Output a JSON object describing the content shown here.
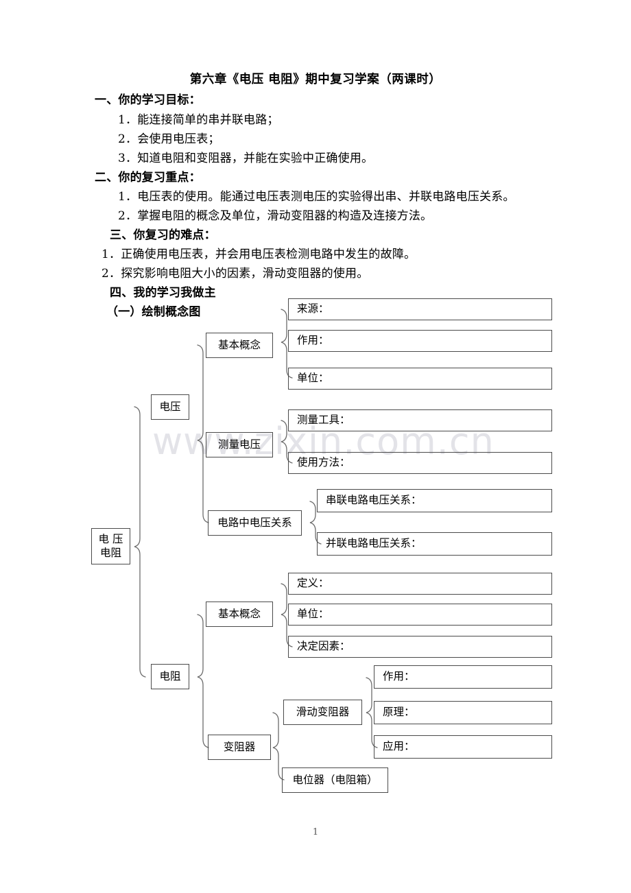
{
  "document": {
    "title": "第六章《电压  电阻》期中复习学案（两课时）",
    "page_number": "1",
    "watermark": "www.zixin.com.cn",
    "sections": [
      {
        "heading": "一、你的学习目标：",
        "items": [
          "1．能连接简单的串并联电路；",
          "2．会使用电压表；",
          "3．知道电阻和变阻器，并能在实验中正确使用。"
        ]
      },
      {
        "heading": "二、你的复习重点：",
        "items": [
          "1．电压表的使用。能通过电压表测电压的实验得出串、并联电路电压关系。",
          "2．掌握电阻的概念及单位，滑动变阻器的构造及连接方法。"
        ]
      },
      {
        "heading": "三、你复习的难点：",
        "items": [
          "1．正确使用电压表，并会用电压表检测电路中发生的故障。",
          "2．探究影响电阻大小的因素，滑动变阻器的使用。"
        ]
      },
      {
        "heading": "四、我的学习我做主",
        "items": [
          "（一）绘制概念图"
        ]
      }
    ]
  },
  "concept_map": {
    "root": "电 压\n电阻",
    "nodes": {
      "voltage": "电压",
      "voltage_basic": "基本概念",
      "voltage_basic_source": "来源：",
      "voltage_basic_function": "作用：",
      "voltage_basic_unit": "单位：",
      "voltage_measure": "测量电压",
      "voltage_measure_tool": "测量工具：",
      "voltage_measure_method": "使用方法：",
      "voltage_circuit_relation": "电路中电压关系",
      "voltage_series": "串联电路电压关系：",
      "voltage_parallel": "并联电路电压关系：",
      "resistance": "电阻",
      "resistance_basic": "基本概念",
      "resistance_definition": "定义：",
      "resistance_unit": "单位：",
      "resistance_factors": "决定因素：",
      "rheostat": "变阻器",
      "sliding_rheostat": "滑动变阻器",
      "sliding_function": "作用：",
      "sliding_principle": "原理：",
      "sliding_application": "应用：",
      "potentiometer": "电位器（电阻箱）"
    }
  }
}
